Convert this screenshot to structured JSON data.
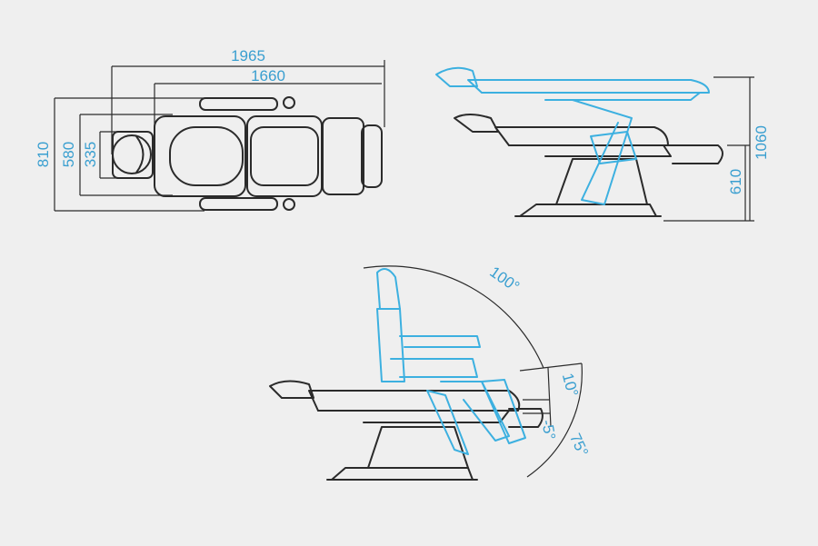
{
  "colors": {
    "background": "#efefef",
    "line": "#2b2b2b",
    "accent": "#3cb0e0"
  },
  "top_view": {
    "dims": {
      "overall_length": "1965",
      "seat_length": "1660",
      "overall_width": "810",
      "seat_width": "580",
      "headrest_width": "335"
    }
  },
  "side_view": {
    "dims": {
      "max_height": "1060",
      "min_height": "610"
    }
  },
  "recline_view": {
    "angles": {
      "backrest": "100°",
      "leg_up": "10°",
      "leg_down": "-5°",
      "leg_range": "75°"
    }
  }
}
